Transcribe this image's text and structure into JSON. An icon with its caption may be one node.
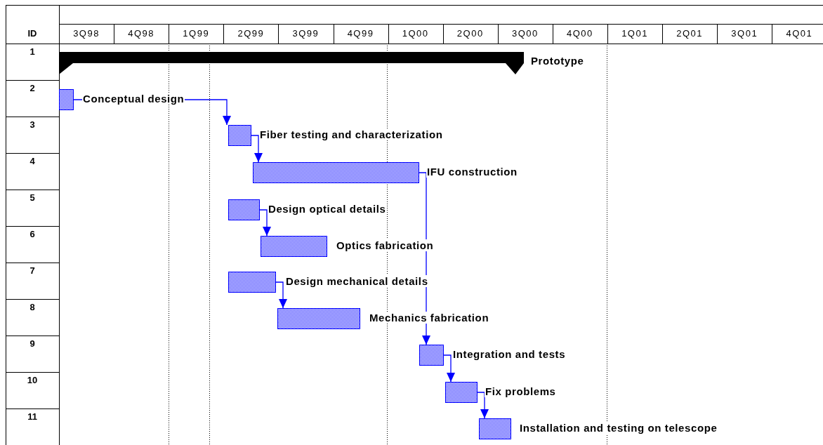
{
  "diagram": {
    "nodes": [
      {
        "text": [],
        "shape": "bar",
        "beside": [
          "Prototype"
        ]
      },
      {
        "text": [],
        "shape": "bar",
        "beside": [
          "Conceptual design"
        ]
      },
      {
        "text": [],
        "shape": "bar",
        "beside": [
          "Fiber testing and characterization"
        ]
      },
      {
        "text": [],
        "shape": "bar",
        "beside": [
          "IFU construction"
        ]
      },
      {
        "text": [],
        "shape": "bar",
        "beside": [
          "Design optical details"
        ]
      },
      {
        "text": [],
        "shape": "bar",
        "beside": [
          "Optics fabrication"
        ]
      },
      {
        "text": [],
        "shape": "bar",
        "beside": [
          "Design mechanical details"
        ]
      },
      {
        "text": [],
        "shape": "bar",
        "beside": [
          "Mechanics fabrication"
        ]
      },
      {
        "text": [],
        "shape": "bar",
        "beside": [
          "Integration and tests"
        ]
      },
      {
        "text": [],
        "shape": "bar",
        "beside": [
          "Fix problems"
        ]
      },
      {
        "text": [],
        "shape": "bar",
        "beside": [
          "Installation and testing on telescope"
        ]
      }
    ],
    "edges": [
      {
        "from": 1,
        "to": 2,
        "arrow": "to"
      },
      {
        "from": 2,
        "to": 3,
        "arrow": "to"
      },
      {
        "from": 3,
        "to": 8,
        "arrow": "to"
      },
      {
        "from": 4,
        "to": 5,
        "arrow": "to"
      },
      {
        "from": 6,
        "to": 7,
        "arrow": "to"
      },
      {
        "from": 8,
        "to": 9,
        "arrow": "to"
      },
      {
        "from": 9,
        "to": 10,
        "arrow": "to"
      }
    ],
    "labels": [
      "ID",
      "3Q98",
      "4Q98",
      "1Q99",
      "2Q99",
      "3Q99",
      "4Q99",
      "1Q00",
      "2Q00",
      "3Q00",
      "4Q00",
      "1Q01",
      "2Q01",
      "3Q01",
      "4Q01",
      "1",
      "2",
      "3",
      "4",
      "5",
      "6",
      "7",
      "8",
      "9",
      "10",
      "11"
    ]
  }
}
